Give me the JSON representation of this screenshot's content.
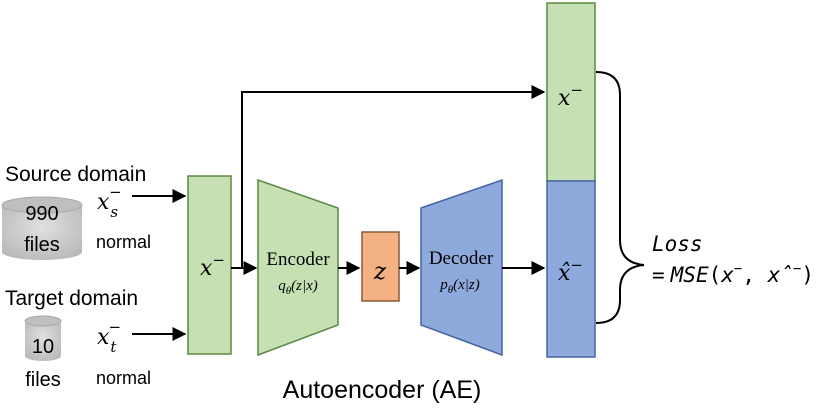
{
  "source": {
    "title": "Source domain",
    "count": "990",
    "unit": "files",
    "var_base": "x",
    "var_sub": "s",
    "var_sup": "−",
    "label": "normal"
  },
  "target": {
    "title": "Target domain",
    "count": "10",
    "unit": "files",
    "var_base": "x",
    "var_sub": "t",
    "var_sup": "−",
    "label": "normal"
  },
  "input_block": {
    "base": "x",
    "sup": "−"
  },
  "encoder": {
    "title": "Encoder",
    "fn": "q",
    "sub": "θ",
    "args": "(z|x)"
  },
  "latent": {
    "label": "z"
  },
  "decoder": {
    "title": "Decoder",
    "fn": "p",
    "sub": "θ",
    "args": "(x|z)"
  },
  "output_top": {
    "base": "x",
    "sup": "−"
  },
  "output_bottom": {
    "base": "x̂",
    "sup": "−"
  },
  "loss": {
    "title": "Loss",
    "eq_sign": "=",
    "fn": "MSE",
    "open": "(",
    "a_base": "x",
    "a_sup": "−",
    "sep": ", ",
    "b_base": "x̂",
    "b_sup": "−",
    "close": ")"
  },
  "caption": "Autoencoder (AE)",
  "colors": {
    "green_fill": "#c6e0b4",
    "green_stroke": "#5a8a42",
    "blue_fill": "#8ea9db",
    "blue_stroke": "#4465a3",
    "orange_fill": "#f4b183",
    "orange_stroke": "#8a5a38",
    "cylinder_fill": "#c9c9c9",
    "cylinder_top": "#bdbdbd"
  }
}
